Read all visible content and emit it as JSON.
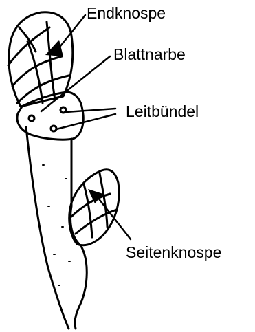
{
  "diagram": {
    "labels": {
      "endknospe": "Endknospe",
      "blattnarbe": "Blattnarbe",
      "leitbuendel": "Leitbündel",
      "seitenknospe": "Seitenknospe"
    },
    "colors": {
      "line": "#000000",
      "background": "#ffffff"
    }
  }
}
